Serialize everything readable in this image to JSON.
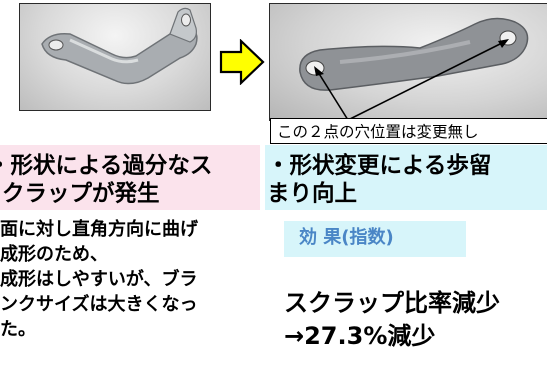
{
  "photos": {
    "before_icon": "bent-metal-bracket-photo",
    "after_icon": "flat-metal-plate-photo"
  },
  "arrow": {
    "icon": "right-arrow-icon",
    "fill": "#ffff00",
    "stroke": "#000000"
  },
  "note": {
    "text": "この２点の穴位置は変更無し"
  },
  "left_banner": {
    "line1": "・形状による過分なス",
    "line2": "クラップが発生",
    "background": "#fbe3ec"
  },
  "right_banner": {
    "line1": "・形状変更による歩留",
    "line2": "まり向上",
    "background": "#d7f5fa"
  },
  "left_body": {
    "lines": [
      "面に対し直角方向に曲げ",
      "成形のため、",
      "成形はしやすいが、ブラ",
      "ンクサイズは大きくなっ",
      "た。"
    ]
  },
  "effect": {
    "label": "効 果(指数)",
    "color": "#4a86c6"
  },
  "result": {
    "line1": "スクラップ比率減少",
    "line2": "→27.3%減少"
  }
}
